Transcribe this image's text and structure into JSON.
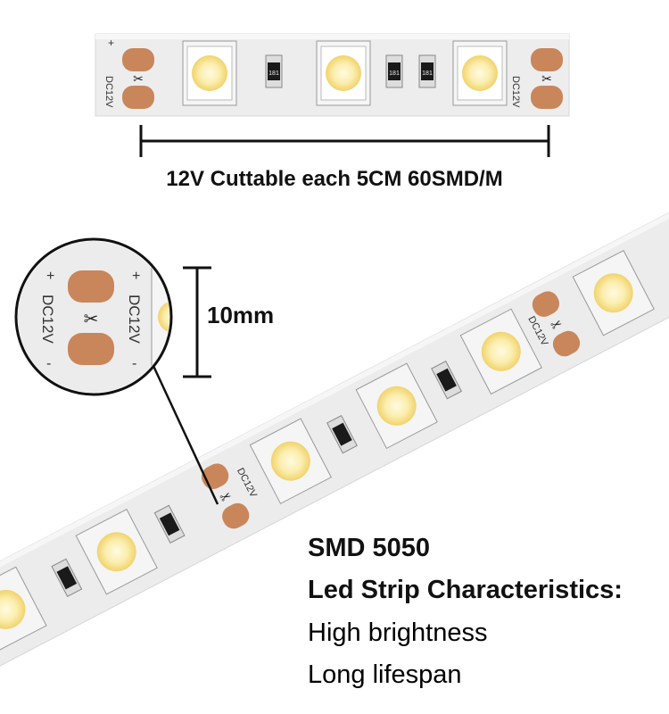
{
  "captions": {
    "strip_spec": "12V Cuttable each 5CM 60SMD/M",
    "width_label": "10mm"
  },
  "characteristics": {
    "model": "SMD 5050",
    "heading": "Led Strip Characteristics:",
    "items": [
      "High brightness",
      "Long lifespan"
    ]
  },
  "strip_markings": {
    "voltage": "DC12V",
    "resistor": "181",
    "plus": "+",
    "minus": "-"
  },
  "colors": {
    "strip": "#ececec",
    "copper_pad": "#c9865a",
    "led_core": "#fbeeb0",
    "led_glow": "#f6d96a",
    "line": "#111111"
  }
}
